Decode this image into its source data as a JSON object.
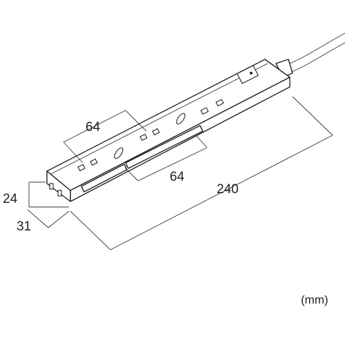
{
  "dimensions": {
    "outlet_pitch_upper": "64",
    "outlet_pitch_lower": "64",
    "length": "240",
    "height": "24",
    "width": "31"
  },
  "unit": "(mm)"
}
